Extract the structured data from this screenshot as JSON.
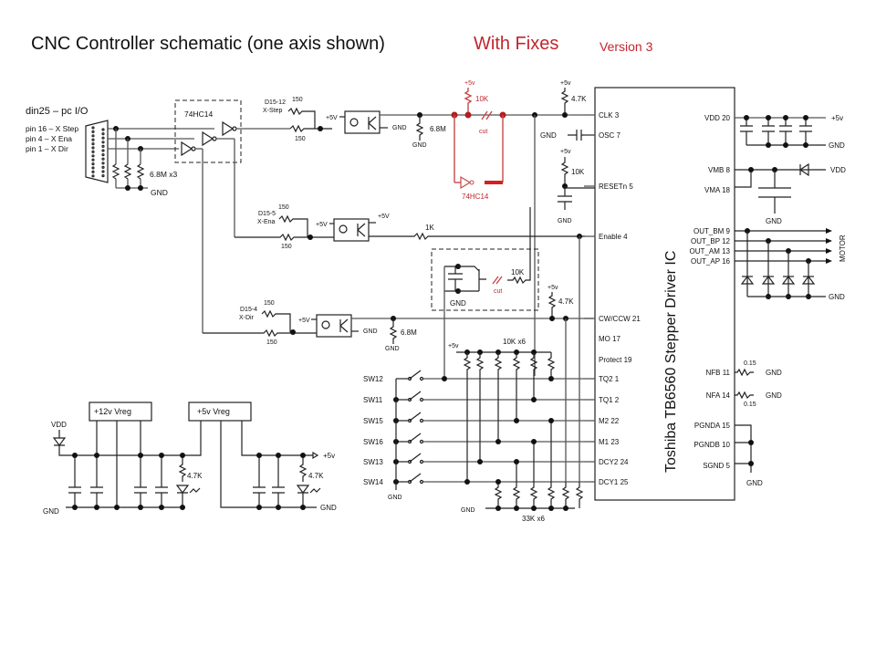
{
  "title": {
    "main": "CNC Controller schematic  (one axis shown)",
    "fixes": "With Fixes",
    "version": "Version 3",
    "fix_color": "#c0272d"
  },
  "connector": {
    "label": "din25 – pc I/O",
    "pins": [
      "pin 16 – X Step",
      "pin  4 – X Ena",
      "pin  1 – X Dir"
    ],
    "pulldown": "6.8M x3",
    "gnd": "GND"
  },
  "schmitt": {
    "label": "74HC14"
  },
  "opto_step": {
    "src": "D15-12",
    "name": "X-Step",
    "r1": "150",
    "r2": "150",
    "vcc": "+5V",
    "gnd": "GND",
    "pulldown": "6.8M",
    "pulldown_gnd": "GND"
  },
  "opto_ena": {
    "src": "D15-5",
    "name": "X-Ena",
    "r1": "150",
    "r2": "150",
    "vcc": "+5V",
    "vcc2": "+5V",
    "series_r": "1K"
  },
  "opto_dir": {
    "src": "D15-4",
    "name": "X-Dir",
    "r1": "150",
    "r2": "150",
    "vcc": "+5V",
    "gnd": "GND",
    "pulldown": "6.8M",
    "pulldown_gnd": "GND"
  },
  "fix_clk": {
    "vcc": "+5v",
    "r": "10K",
    "cut": "cut",
    "gate": "74HC14"
  },
  "fix_dir": {
    "r": "10K",
    "cut": "cut",
    "gnd": "GND"
  },
  "clk_pullup": {
    "vcc": "+5v",
    "r": "4.7K"
  },
  "osc": {
    "gnd": "GND"
  },
  "reset": {
    "vcc": "+5v",
    "r": "10K",
    "gnd": "GND"
  },
  "cw_pullup": {
    "vcc": "+5v",
    "r": "4.7K"
  },
  "switches": {
    "vcc": "+5v",
    "pullups": "10K x6",
    "pulldowns": "33K x6",
    "gnd_left": "GND",
    "gnd_bottom": "GND",
    "labels": [
      "SW12",
      "SW11",
      "SW15",
      "SW16",
      "SW13",
      "SW14"
    ]
  },
  "ic": {
    "name": "Toshiba TB6560 Stepper Driver IC",
    "left_pins": [
      {
        "name": "CLK",
        "num": "3"
      },
      {
        "name": "OSC",
        "num": "7"
      },
      {
        "name": "RESETn",
        "num": "5"
      },
      {
        "name": "Enable",
        "num": "4"
      },
      {
        "name": "CW/CCW",
        "num": "21"
      },
      {
        "name": "MO",
        "num": "17"
      },
      {
        "name": "Protect",
        "num": "19"
      },
      {
        "name": "TQ2",
        "num": "1"
      },
      {
        "name": "TQ1",
        "num": "2"
      },
      {
        "name": "M2",
        "num": "22"
      },
      {
        "name": "M1",
        "num": "23"
      },
      {
        "name": "DCY2",
        "num": "24"
      },
      {
        "name": "DCY1",
        "num": "25"
      }
    ],
    "right_pins": [
      {
        "name": "VDD",
        "num": "20"
      },
      {
        "name": "VMB",
        "num": "8"
      },
      {
        "name": "VMA",
        "num": "18"
      },
      {
        "name": "OUT_BM",
        "num": "9"
      },
      {
        "name": "OUT_BP",
        "num": "12"
      },
      {
        "name": "OUT_AM",
        "num": "13"
      },
      {
        "name": "OUT_AP",
        "num": "16"
      },
      {
        "name": "NFB",
        "num": "11"
      },
      {
        "name": "NFA",
        "num": "14"
      },
      {
        "name": "PGNDA",
        "num": "15"
      },
      {
        "name": "PGNDB",
        "num": "10"
      },
      {
        "name": "SGND",
        "num": "5"
      }
    ]
  },
  "right_side": {
    "vdd_vcc": "+5v",
    "vdd_gnd": "GND",
    "vm_src": "VDD",
    "vm_gnd": "GND",
    "motor": "MOTOR",
    "motor_gnd": "GND",
    "nf_r1": "0.15",
    "nf_r2": "0.15",
    "nf_gnd1": "GND",
    "nf_gnd2": "GND",
    "pgnd": "GND"
  },
  "power": {
    "vreg12": "+12v Vreg",
    "vreg5": "+5v Vreg",
    "vdd": "VDD",
    "gnd1": "GND",
    "gnd2": "GND",
    "out5": "+5v",
    "led_r1": "4.7K",
    "led_r2": "4.7K"
  }
}
